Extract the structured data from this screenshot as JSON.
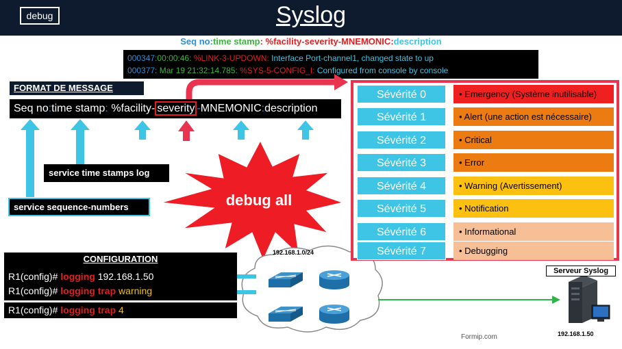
{
  "header": {
    "debug_tag": "debug",
    "title": "Syslog"
  },
  "subtitle": {
    "seq": "Seq no",
    "colon1": ":",
    "ts": "time stamp",
    "colon2": ":",
    "facility": " %facility-severity-MNEMONIC",
    "colon3": ":",
    "desc": "description"
  },
  "log_lines": [
    {
      "seq": "000347",
      "sep1": ":",
      "ts": "00:00:46",
      "sep2": ": ",
      "msg": "%LINK-3-UPDOWN",
      "sep3": ": ",
      "text": "Interface Port-channel1, changed state to up"
    },
    {
      "seq": "000377",
      "sep1": ": ",
      "ts": "Mar 19 21:32:14.785",
      "sep2": ": ",
      "msg": "%SYS-5-CONFIG_I",
      "sep3": ": ",
      "text": "Configured from console by console"
    }
  ],
  "format": {
    "heading": "FORMAT DE MESSAGE",
    "seq": "Seq no",
    "c1": ":",
    "ts": "time stamp",
    "c2": ":",
    "facility": " %facility-",
    "severity": "severity",
    "dash": "-",
    "mnemonic": "MNEMONIC",
    "c3": ":",
    "desc": "description"
  },
  "services": {
    "timestamps": "service time stamps log",
    "sequence": "service sequence-numbers"
  },
  "debug_burst": "debug all",
  "severities": [
    {
      "name": "Sévérité 0",
      "desc": "• Emergency (Système inutilisable)",
      "color": "#ee2020"
    },
    {
      "name": "Sévérité 1",
      "desc": "• Alert (une action est nécessaire)",
      "color": "#ec7c12"
    },
    {
      "name": "Sévérité 2",
      "desc": "• Critical",
      "color": "#ec7c12"
    },
    {
      "name": "Sévérité 3",
      "desc": "• Error",
      "color": "#ec7c12"
    },
    {
      "name": "Sévérité 4",
      "desc": "• Warning (Avertissement)",
      "color": "#fcc010"
    },
    {
      "name": "Sévérité 5",
      "desc": "• Notification",
      "color": "#fcc010"
    },
    {
      "name": "Sévérité 6",
      "desc": "• Informational",
      "color": "#f6bf96"
    },
    {
      "name": "Sévérité 7",
      "desc": "• Debugging",
      "color": "#f6bf96"
    }
  ],
  "config": {
    "heading": "CONFIGURATION",
    "prompt": "R1(config)# ",
    "l1_kw": "logging",
    "l1_val": " 192.168.1.50",
    "l2_kw": "logging trap",
    "l2_val": " warning",
    "l3_kw": "logging trap",
    "l3_val": " 4"
  },
  "network": {
    "subnet": "192.168.1.0/24"
  },
  "server": {
    "label": "Serveur Syslog",
    "ip": "192.168.1.50"
  },
  "credit": "Formip.com"
}
